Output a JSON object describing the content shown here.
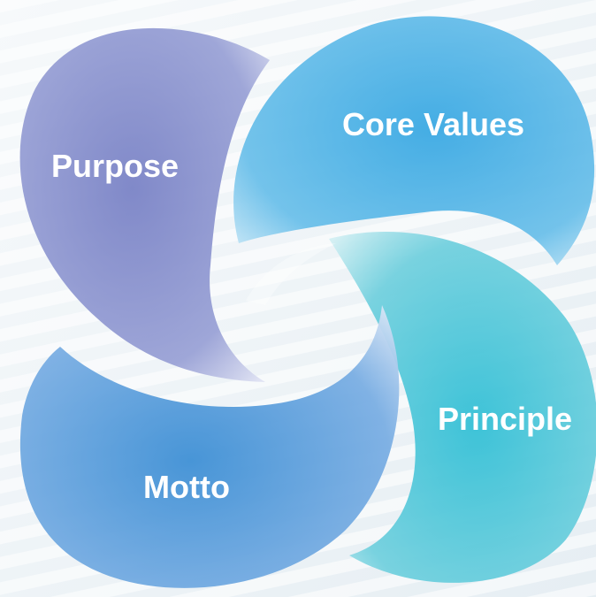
{
  "diagram": {
    "petals": [
      {
        "id": "purpose",
        "label": "Purpose",
        "color_dark": "#6f78be",
        "color_light": "#c7cbe9"
      },
      {
        "id": "core-values",
        "label": "Core Values",
        "color_dark": "#3aa6e0",
        "color_light": "#a9daf3"
      },
      {
        "id": "principle",
        "label": "Principle",
        "color_dark": "#30bcd3",
        "color_light": "#a7e1e9"
      },
      {
        "id": "motto",
        "label": "Motto",
        "color_dark": "#3e8fd4",
        "color_light": "#b6cfee"
      }
    ],
    "background_color": "#eef3f6"
  }
}
